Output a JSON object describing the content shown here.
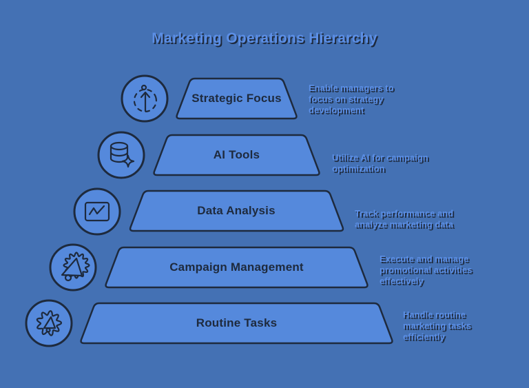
{
  "title": "Marketing Operations Hierarchy",
  "levels": [
    {
      "label": "Strategic Focus",
      "description": "Enable managers to focus on strategy development",
      "icon": "target-arrow-icon"
    },
    {
      "label": "AI Tools",
      "description": "Utilize AI for campaign optimization",
      "icon": "database-sparkle-icon"
    },
    {
      "label": "Data Analysis",
      "description": "Track performance and analyze marketing data",
      "icon": "line-chart-icon"
    },
    {
      "label": "Campaign Management",
      "description": "Execute and manage promotional activities effectively",
      "icon": "megaphone-burst-icon"
    },
    {
      "label": "Routine Tasks",
      "description": "Handle routine marketing tasks efficiently",
      "icon": "gear-megaphone-icon"
    }
  ],
  "colors": {
    "background": "#4471B4",
    "shape_fill": "#5589DC",
    "outline": "#1E2A3D",
    "light_text": "#5C8FE6"
  }
}
